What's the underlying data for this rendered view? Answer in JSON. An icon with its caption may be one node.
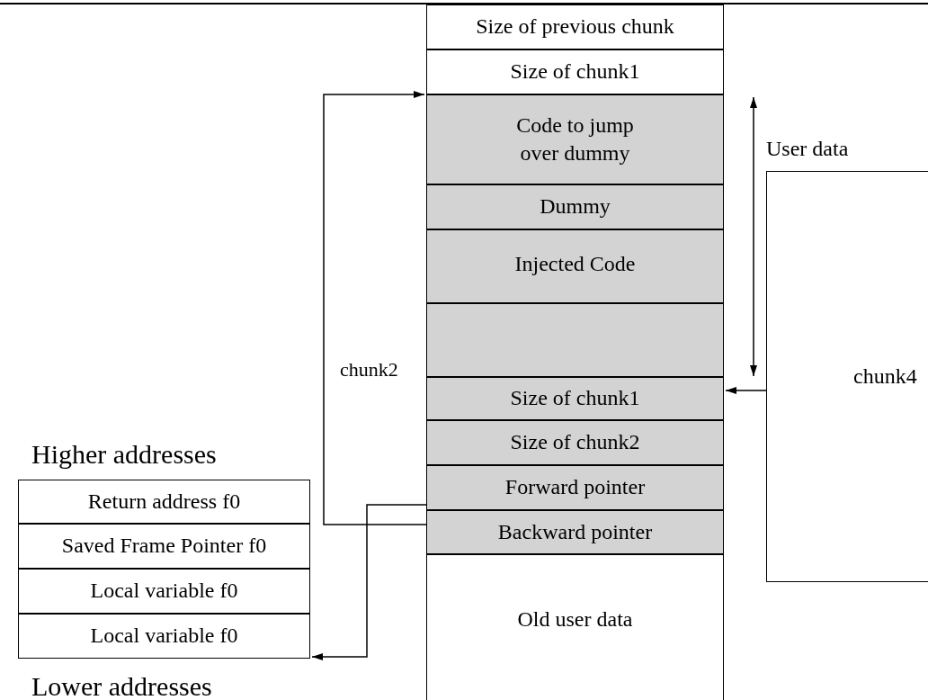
{
  "diagram": {
    "nodes": [
      {
        "text": [
          "Size of previous chunk"
        ]
      },
      {
        "text": [
          "Size of chunk1"
        ]
      },
      {
        "text": [
          "Code to jump over dummy"
        ]
      },
      {
        "text": [
          "Dummy"
        ]
      },
      {
        "text": [
          "Injected Code"
        ]
      },
      {
        "text": [],
        "shape": "box"
      },
      {
        "text": [
          "Size of chunk1"
        ]
      },
      {
        "text": [
          "Size of chunk2"
        ]
      },
      {
        "text": [
          "Forward pointer"
        ]
      },
      {
        "text": [
          "Backward pointer"
        ]
      },
      {
        "text": [
          "Old user data"
        ]
      },
      {
        "text": [
          "Return address f0"
        ]
      },
      {
        "text": [
          "Saved Frame Pointer f0"
        ]
      },
      {
        "text": [
          "Local variable f0"
        ]
      },
      {
        "text": [
          "Local variable f0"
        ]
      },
      {
        "text": [
          "chunk4"
        ]
      }
    ],
    "edges": [
      {
        "from": 9,
        "to": 2,
        "arrow": "to"
      },
      {
        "from": 8,
        "to": 14,
        "arrow": "to"
      },
      {
        "from": 15,
        "to": 6,
        "arrow": "to"
      }
    ],
    "labels": [
      "User data",
      "chunk2",
      "Higher addresses",
      "Lower addresses"
    ]
  }
}
